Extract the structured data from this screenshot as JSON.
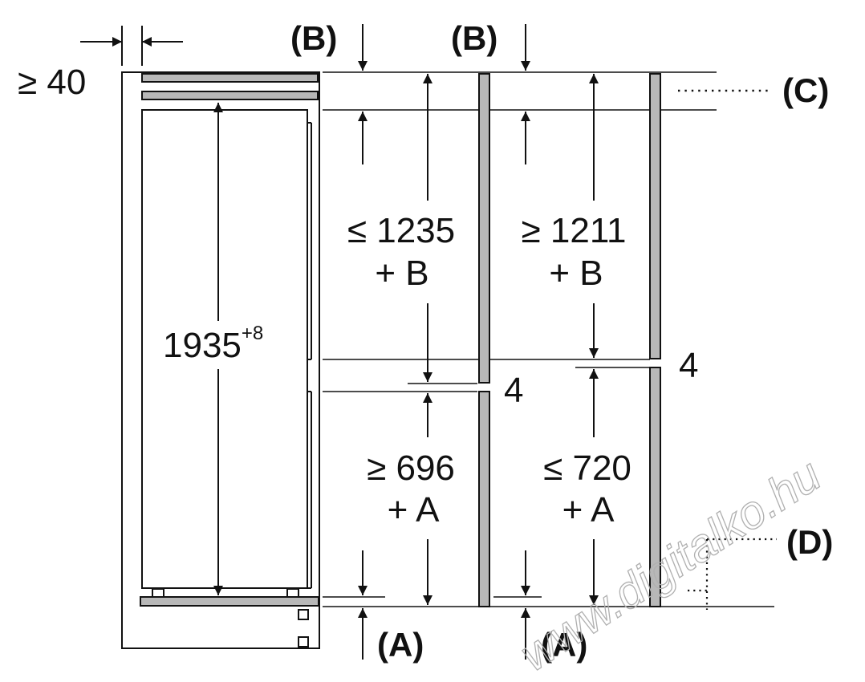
{
  "labels": {
    "b_left": "(B)",
    "b_right": "(B)",
    "c": "(C)",
    "d": "(D)",
    "a_left": "(A)",
    "a_right": "(A)",
    "niche_depth": "≥ 40",
    "total_height": "1935",
    "total_height_sup": "+8",
    "upper_left_line1": "≤ 1235",
    "upper_left_line2": "+ B",
    "upper_right_line1": "≥ 1211",
    "upper_right_line2": "+ B",
    "lower_left_line1": "≥ 696",
    "lower_left_line2": "+ A",
    "lower_right_line1": "≤ 720",
    "lower_right_line2": "+ A",
    "gap_left": "4",
    "gap_right": "4"
  },
  "watermark": "www.digitalko.hu",
  "colors": {
    "line": "#111111",
    "panel_fill": "#b8b8b8",
    "watermark": "#b0b0b0"
  }
}
